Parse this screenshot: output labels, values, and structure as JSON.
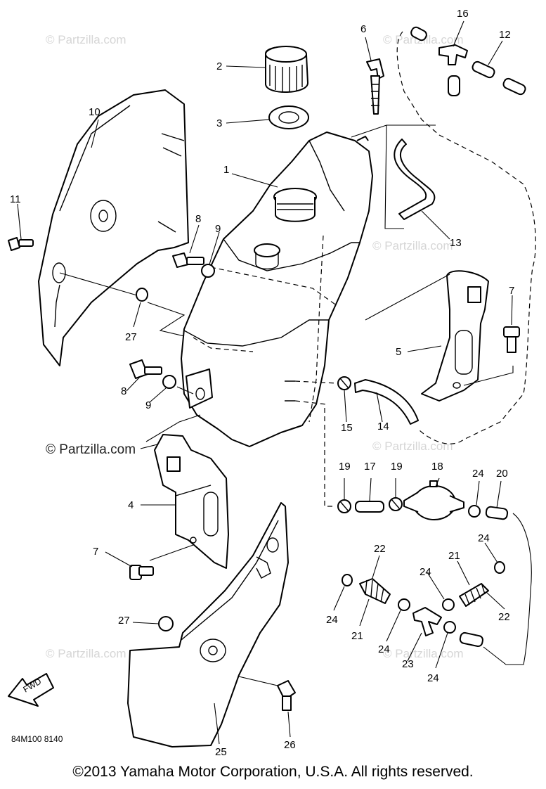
{
  "watermark": {
    "text": "© Partzilla.com",
    "prominent_text": "© Partzilla.com"
  },
  "diagram_code": "84M100 8140",
  "copyright": "©2013 Yamaha Motor Corporation, U.S.A. All rights reserved.",
  "fwd_label": "FWD",
  "callouts": {
    "c1": "1",
    "c2": "2",
    "c3": "3",
    "c4": "4",
    "c5": "5",
    "c6": "6",
    "c7a": "7",
    "c7b": "7",
    "c8a": "8",
    "c8b": "8",
    "c9a": "9",
    "c9b": "9",
    "c10": "10",
    "c11": "11",
    "c12": "12",
    "c13": "13",
    "c14": "14",
    "c15": "15",
    "c16": "16",
    "c17": "17",
    "c18": "18",
    "c19a": "19",
    "c19b": "19",
    "c20": "20",
    "c21a": "21",
    "c21b": "21",
    "c22a": "22",
    "c22b": "22",
    "c23": "23",
    "c24a": "24",
    "c24b": "24",
    "c24c": "24",
    "c24d": "24",
    "c24e": "24",
    "c24f": "24",
    "c25": "25",
    "c26": "26",
    "c27a": "27",
    "c27b": "27"
  }
}
